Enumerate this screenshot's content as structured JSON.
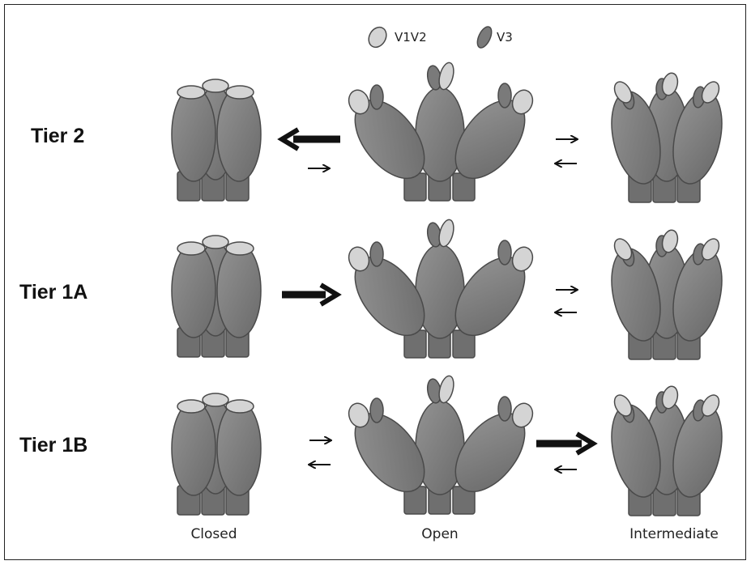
{
  "legend": {
    "v1v2": "V1V2",
    "v3": "V3"
  },
  "rows": [
    {
      "label": "Tier 2"
    },
    {
      "label": "Tier 1A"
    },
    {
      "label": "Tier 1B"
    }
  ],
  "columns": {
    "closed": "Closed",
    "open": "Open",
    "intermediate": "Intermediate"
  },
  "colors": {
    "body": "#7d7d7d",
    "cap": "#d4d4d4",
    "stroke": "#4a4a4a",
    "arrow": "#111111"
  }
}
